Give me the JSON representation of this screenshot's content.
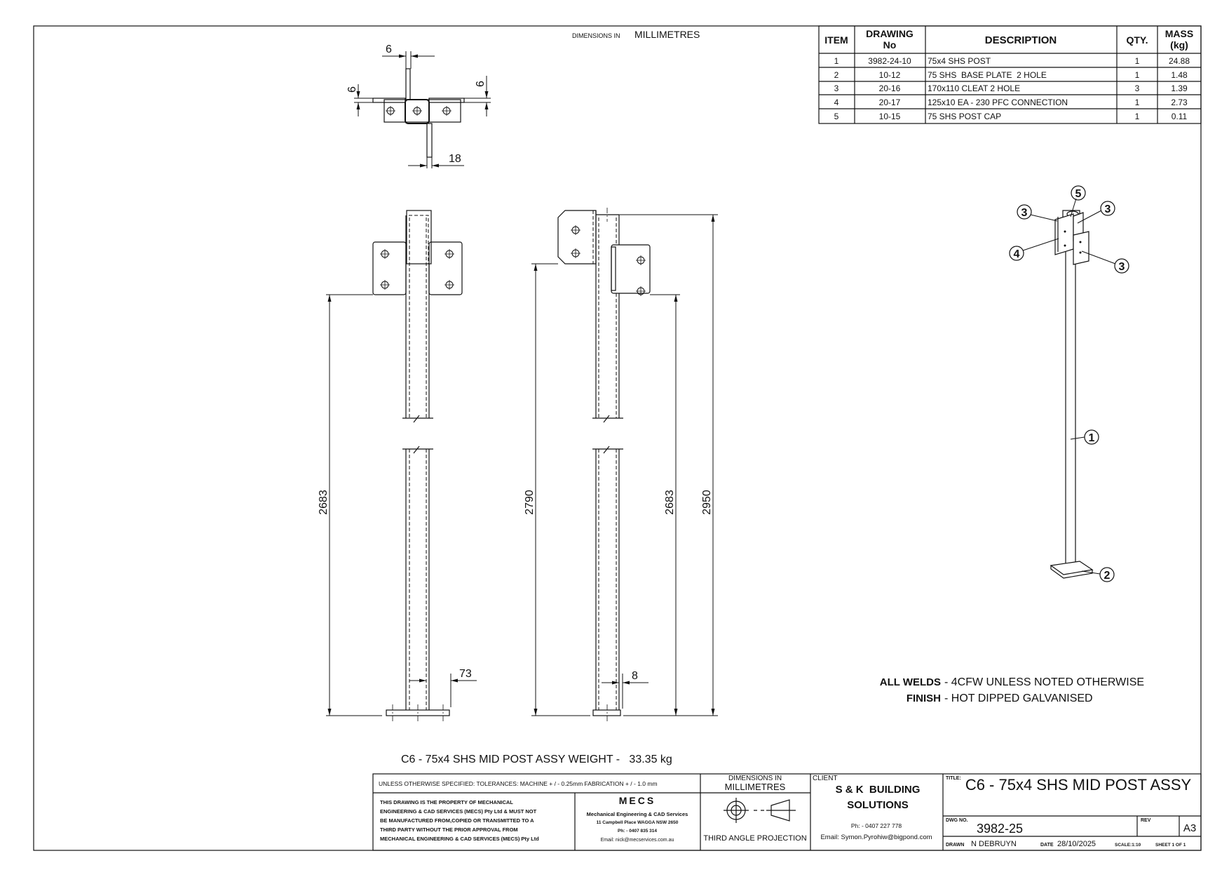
{
  "header": {
    "dimensions_prefix": "DIMENSIONS IN",
    "dimensions_unit": "MILLIMETRES"
  },
  "bom": {
    "headers": {
      "item": "ITEM",
      "drawing_1": "DRAWING",
      "drawing_2": "No",
      "description": "DESCRIPTION",
      "qty": "QTY.",
      "mass_1": "MASS",
      "mass_2": "(kg)"
    },
    "rows": [
      {
        "item": "1",
        "drawing": "3982-24-10",
        "description": "75x4 SHS POST",
        "qty": "1",
        "mass": "24.88"
      },
      {
        "item": "2",
        "drawing": "10-12",
        "description": "75 SHS  BASE PLATE  2 HOLE",
        "qty": "1",
        "mass": "1.48"
      },
      {
        "item": "3",
        "drawing": "20-16",
        "description": "170x110 CLEAT 2 HOLE",
        "qty": "3",
        "mass": "1.39"
      },
      {
        "item": "4",
        "drawing": "20-17",
        "description": "125x10 EA - 230 PFC CONNECTION",
        "qty": "1",
        "mass": "2.73"
      },
      {
        "item": "5",
        "drawing": "10-15",
        "description": "75 SHS POST CAP",
        "qty": "1",
        "mass": "0.11"
      }
    ]
  },
  "dimensions": {
    "top_view": {
      "cleat_thickness_top": "6",
      "plate_left": "6",
      "plate_right": "6",
      "cleat_offset": "18"
    },
    "front_view_1": {
      "height": "2683",
      "width": "73"
    },
    "front_view_2": {
      "height_angle": "2790",
      "height_cleat": "2683",
      "height_overall": "2950",
      "offset": "8"
    }
  },
  "balloons": {
    "cap": "5",
    "cleat_left": "3",
    "cleat_right": "3",
    "angle": "4",
    "cleat_front": "3",
    "post": "1",
    "base_plate": "2"
  },
  "notes": {
    "welds_label": "ALL WELDS",
    "welds_text": "- 4CFW UNLESS NOTED OTHERWISE",
    "finish_label": "FINISH",
    "finish_text": "- HOT DIPPED GALVANISED"
  },
  "weight_caption": "C6 - 75x4 SHS MID POST ASSY WEIGHT -   33.35 kg",
  "title_block": {
    "tolerances": "UNLESS OTHERWISE SPECIFIED: TOLERANCES: MACHINE + / - 0.25mm  FABRICATION + / - 1.0 mm",
    "dimensions_in": "DIMENSIONS IN",
    "dimensions_unit": "MILLIMETRES",
    "property_notice": [
      "THIS DRAWING IS THE PROPERTY OF MECHANICAL",
      "ENGINEERING & CAD SERVICES (MECS) Pty Ltd & MUST NOT",
      "BE MANUFACTURED FROM,COPIED OR TRANSMITTED TO A",
      "THIRD PARTY WITHOUT THE PRIOR APPROVAL FROM",
      "MECHANICAL ENGINEERING & CAD SERVICES (MECS) Pty Ltd"
    ],
    "company": {
      "logo": "MECS",
      "name": "Mechanical Engineering & CAD Services",
      "address": "11 Campbell Place WAGGA NSW 2650",
      "phone": "Ph: - 0407 835 314",
      "email": "Email: nick@mecservices.com.au"
    },
    "projection": "THIRD ANGLE PROJECTION",
    "client_label": "CLIENT",
    "client_name_1": "S & K  BUILDING",
    "client_name_2": "SOLUTIONS",
    "client_phone": "Ph: - 0407 227 778",
    "client_email": "Email: Symon.Pyrohiw@bigpond.com",
    "title_label": "TITLE:",
    "title": "C6 - 75x4 SHS MID POST ASSY",
    "dwg_no_label": "DWG NO.",
    "dwg_no": "3982-25",
    "rev_label": "REV",
    "size": "A3",
    "drawn_label": "DRAWN",
    "drawn_by": "N DEBRUYN",
    "date_label": "DATE",
    "date": "28/10/2025",
    "scale": "SCALE:1:10",
    "sheet": "SHEET 1 OF 1"
  }
}
